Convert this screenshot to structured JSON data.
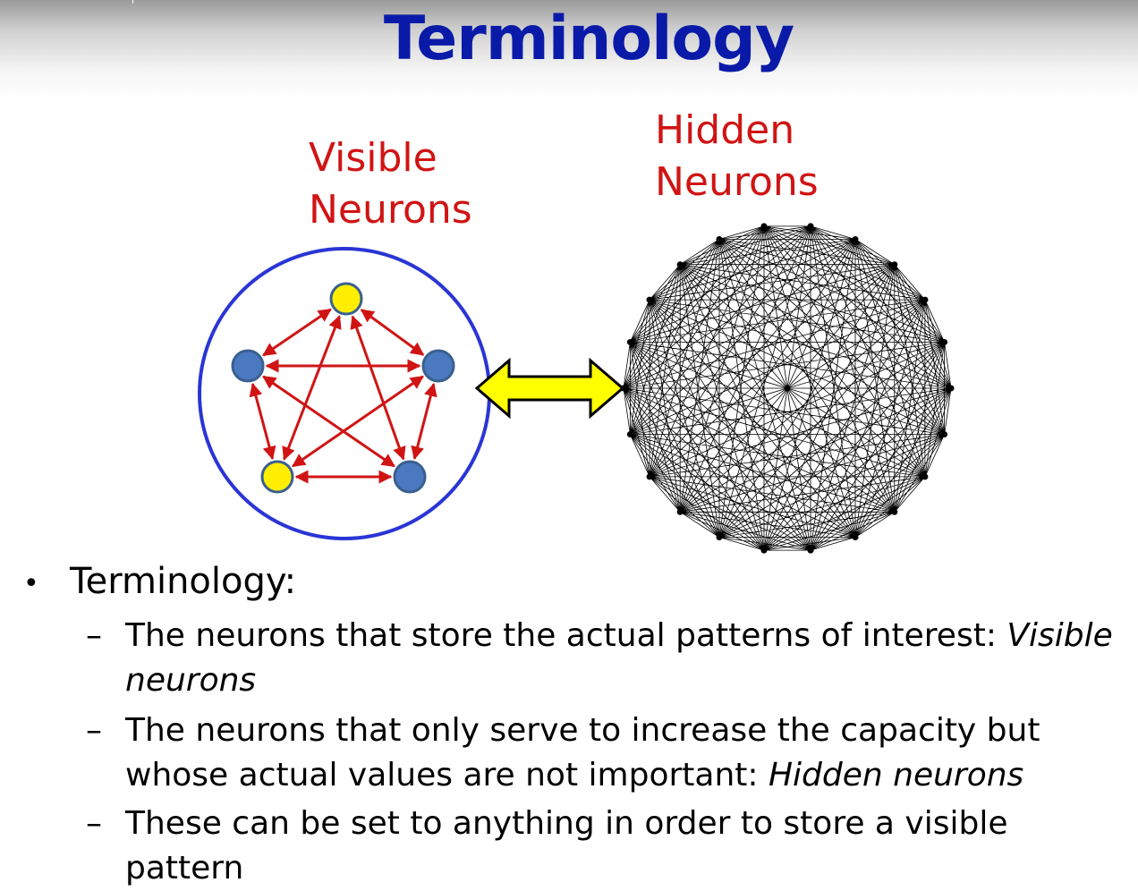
{
  "title": "Terminology",
  "labels": {
    "visible_line1": "Visible",
    "visible_line2": "Neurons",
    "hidden_line1": "Hidden",
    "hidden_line2": "Neurons"
  },
  "colors": {
    "title": "#0a1aa8",
    "label": "#d01414",
    "visible_circle": "#2a35d6",
    "neuron_blue": "#4a79c0",
    "neuron_yellow": "#ffee00",
    "arrow": "#d01414",
    "double_arrow_fill": "#ffff00",
    "hidden_edges": "#000000"
  },
  "visible_network": {
    "nodes": [
      {
        "id": "top",
        "color": "yellow"
      },
      {
        "id": "right",
        "color": "blue"
      },
      {
        "id": "bottom-right",
        "color": "blue"
      },
      {
        "id": "bottom-left",
        "color": "yellow"
      },
      {
        "id": "left",
        "color": "blue"
      }
    ],
    "connectivity": "fully-connected, bidirectional arrows"
  },
  "hidden_network": {
    "node_count": 22,
    "connectivity": "complete graph"
  },
  "bullets": {
    "main": "Terminology:",
    "items": [
      {
        "text": "The neurons that store the actual patterns of interest:  ",
        "emph": "Visible neurons"
      },
      {
        "text": "The neurons that only serve to increase the capacity but whose actual values are not important:  ",
        "emph": "Hidden neurons"
      },
      {
        "text": "These can be set to anything in order to store a visible pattern",
        "emph": ""
      }
    ]
  }
}
